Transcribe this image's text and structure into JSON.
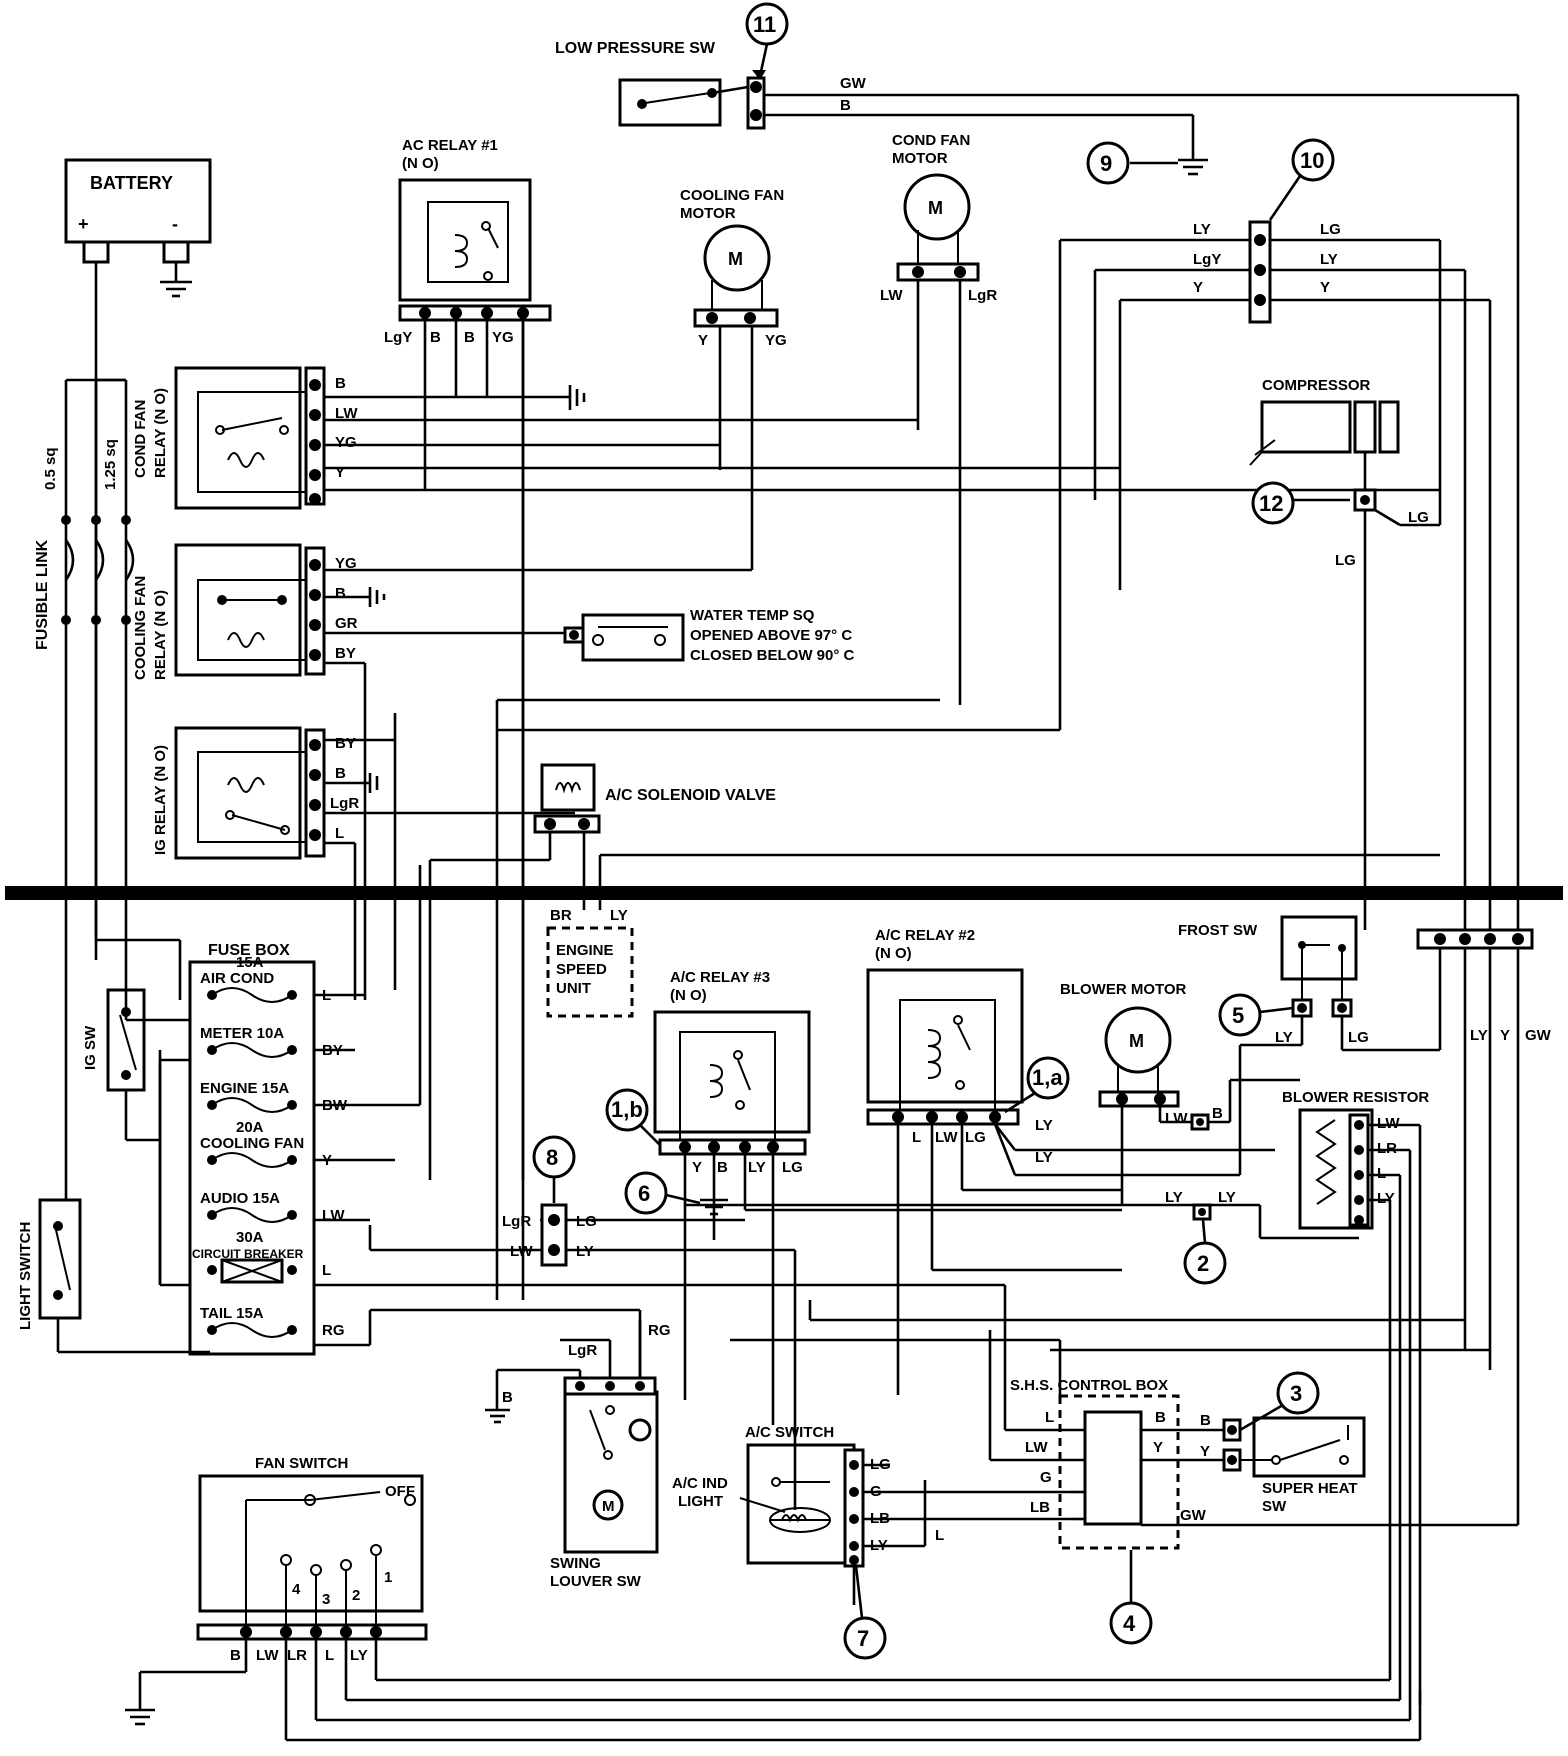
{
  "components": {
    "battery": "BATTERY",
    "battery_plus": "+",
    "battery_minus": "-",
    "fusible_link": "FUSIBLE LINK",
    "fusible_0_5": "0.5 sq",
    "fusible_1_25": "1.25 sq",
    "low_pressure_sw": "LOW PRESSURE SW",
    "ac_relay_1": "AC RELAY #1",
    "ac_relay_1_no": "(N O)",
    "cooling_fan_motor_1": "COOLING FAN",
    "cooling_fan_motor_2": "MOTOR",
    "cond_fan_motor_1": "COND FAN",
    "cond_fan_motor_2": "MOTOR",
    "motor_symbol": "M",
    "compressor": "COMPRESSOR",
    "cond_fan_relay_1": "COND FAN",
    "cond_fan_relay_2": "RELAY (N O)",
    "cooling_fan_relay_1": "COOLING FAN",
    "cooling_fan_relay_2": "RELAY (N O)",
    "ig_relay": "IG RELAY (N O)",
    "water_temp_1": "WATER TEMP SQ",
    "water_temp_2": "OPENED ABOVE 97° C",
    "water_temp_3": "CLOSED BELOW 90° C",
    "ac_solenoid": "A/C SOLENOID VALVE",
    "engine_speed_1": "ENGINE",
    "engine_speed_2": "SPEED",
    "engine_speed_3": "UNIT",
    "fuse_box": "FUSE BOX",
    "ig_sw": "IG SW",
    "light_switch": "LIGHT SWITCH",
    "ac_relay_3": "A/C RELAY #3",
    "ac_relay_3_no": "(N O)",
    "ac_relay_2": "A/C RELAY #2",
    "ac_relay_2_no": "(N O)",
    "frost_sw": "FROST SW",
    "blower_motor": "BLOWER MOTOR",
    "blower_resistor": "BLOWER RESISTOR",
    "shs_box": "S.H.S. CONTROL BOX",
    "super_heat_1": "SUPER HEAT",
    "super_heat_2": "SW",
    "swing_louver_1": "SWING",
    "swing_louver_2": "LOUVER SW",
    "ac_switch": "A/C SWITCH",
    "ac_ind_1": "A/C IND",
    "ac_ind_2": "LIGHT",
    "fan_switch": "FAN SWITCH",
    "fan_off": "OFF"
  },
  "fuses": [
    {
      "line1": "15A",
      "line2": "AIR COND",
      "wire": "L"
    },
    {
      "line1": "",
      "line2": "METER 10A",
      "wire": "BY"
    },
    {
      "line1": "",
      "line2": "ENGINE 15A",
      "wire": "BW"
    },
    {
      "line1": "20A",
      "line2": "COOLING FAN",
      "wire": "Y"
    },
    {
      "line1": "",
      "line2": "AUDIO 15A",
      "wire": "LW"
    },
    {
      "line1": "30A",
      "line2": "CIRCUIT BREAKER",
      "wire": "L"
    },
    {
      "line1": "",
      "line2": "TAIL 15A",
      "wire": "RG"
    }
  ],
  "callouts": [
    "1,a",
    "1,b",
    "2",
    "3",
    "4",
    "5",
    "6",
    "7",
    "8",
    "9",
    "10",
    "11",
    "12"
  ],
  "wires": {
    "lp_gw": "GW",
    "lp_b": "B",
    "ac1_lgy": "LgY",
    "ac1_b1": "B",
    "ac1_b2": "B",
    "ac1_yg": "YG",
    "cf_y": "Y",
    "cf_yg": "YG",
    "cd_lw": "LW",
    "cd_lgr": "LgR",
    "c10_ly_l": "LY",
    "c10_lgy_l": "LgY",
    "c10_y_l": "Y",
    "c10_lg_r": "LG",
    "c10_ly_r": "LY",
    "c10_y_r": "Y",
    "comp_lg1": "LG",
    "comp_lg2": "LG",
    "cfr_b": "B",
    "cfr_lw": "LW",
    "cfr_yg": "YG",
    "cfr_y": "Y",
    "cofr_yg": "YG",
    "cofr_b": "B",
    "cofr_gr": "GR",
    "cofr_by": "BY",
    "igr_by": "BY",
    "igr_b": "B",
    "igr_lgr": "LgR",
    "igr_l": "L",
    "es_br": "BR",
    "es_ly": "LY",
    "r3_y": "Y",
    "r3_b": "B",
    "r3_ly": "LY",
    "r3_lg": "LG",
    "r2_l": "L",
    "r2_lw": "LW",
    "r2_lg": "LG",
    "r2_ly1": "LY",
    "r2_ly2": "LY",
    "fr_ly": "LY",
    "fr_lg": "LG",
    "bm_lw": "LW",
    "bm_b": "B",
    "br_lw": "LW",
    "br_lr": "LR",
    "br_l": "L",
    "br_ly": "LY",
    "c2_ly1": "LY",
    "c2_ly2": "LY",
    "c8_lgr": "LgR",
    "c8_lg": "LG",
    "c8_lw": "LW",
    "c8_ly": "LY",
    "sl_lgr": "LgR",
    "sl_rg": "RG",
    "sl_b": "B",
    "acs_lg": "LG",
    "acs_g": "G",
    "acs_lb": "LB",
    "acs_ly": "LY",
    "acs_l": "L",
    "shs_l": "L",
    "shs_lw": "LW",
    "shs_g": "G",
    "shs_lb": "LB",
    "shs_b": "B",
    "shs_y": "Y",
    "shs_gw": "GW",
    "shs_b2": "B",
    "shs_y2": "Y",
    "rc_ly": "LY",
    "rc_y": "Y",
    "rc_gw": "GW",
    "fs_b": "B",
    "fs_lw": "LW",
    "fs_lr": "LR",
    "fs_l": "L",
    "fs_ly": "LY",
    "fs_n1": "1",
    "fs_n2": "2",
    "fs_n3": "3",
    "fs_n4": "4"
  }
}
